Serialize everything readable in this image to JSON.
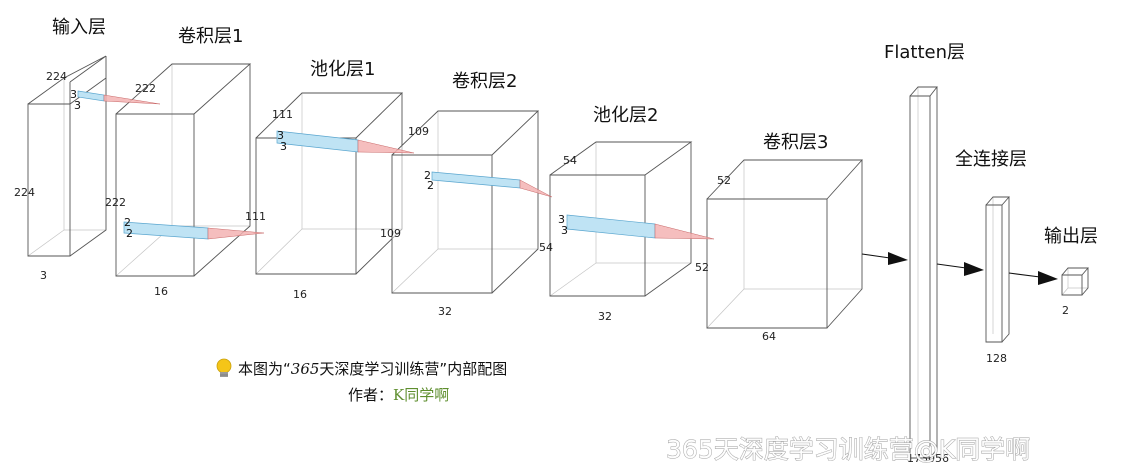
{
  "layers": [
    {
      "id": "input",
      "title": "输入层",
      "depth_label": "224",
      "height_label": "224",
      "width_label": "3"
    },
    {
      "id": "conv1",
      "title": "卷积层1",
      "depth_label": "222",
      "height_label": "222",
      "width_label": "16"
    },
    {
      "id": "pool1",
      "title": "池化层1",
      "depth_label": "111",
      "height_label": "111",
      "width_label": "16"
    },
    {
      "id": "conv2",
      "title": "卷积层2",
      "depth_label": "109",
      "height_label": "109",
      "width_label": "32"
    },
    {
      "id": "pool2",
      "title": "池化层2",
      "depth_label": "54",
      "height_label": "54",
      "width_label": "32"
    },
    {
      "id": "conv3",
      "title": "卷积层3",
      "depth_label": "52",
      "height_label": "52",
      "width_label": "64"
    },
    {
      "id": "flatten",
      "title": "Flatten层",
      "size_label": "173056"
    },
    {
      "id": "dense",
      "title": "全连接层",
      "size_label": "128"
    },
    {
      "id": "output",
      "title": "输出层",
      "size_label": "2"
    }
  ],
  "kernels": [
    {
      "id": "k1",
      "size_a": "3",
      "size_b": "3"
    },
    {
      "id": "k2",
      "size_a": "2",
      "size_b": "2"
    },
    {
      "id": "k3",
      "size_a": "3",
      "size_b": "3"
    },
    {
      "id": "k4",
      "size_a": "2",
      "size_b": "2"
    },
    {
      "id": "k5",
      "size_a": "3",
      "size_b": "3"
    }
  ],
  "caption": {
    "icon": "lightbulb-icon",
    "line1_prefix": "本图为“",
    "line1_quote": "365",
    "line1_suffix": "天深度学习训练营”内部配图",
    "line2_label": "作者：",
    "line2_author": "K同学啊"
  },
  "watermark": "365天深度学习训练营@K同学啊",
  "colors": {
    "kernel_fill": "#bfe3f4",
    "cone_fill": "#f3b3b3",
    "author_color": "#5f8f2f",
    "bulb_color": "#f5c518"
  }
}
